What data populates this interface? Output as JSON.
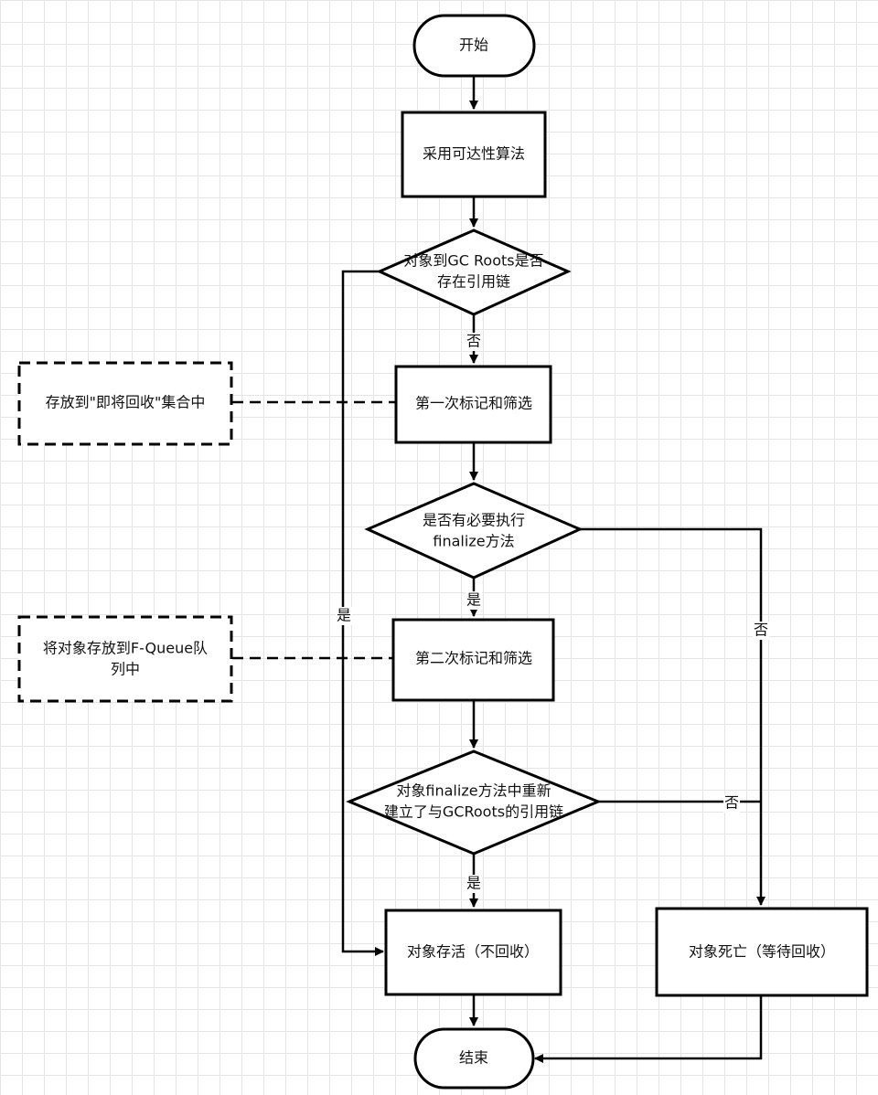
{
  "nodes": {
    "start": "开始",
    "algorithm": "采用可达性算法",
    "reachable_line1": "对象到GC Roots是否",
    "reachable_line2": "存在引用链",
    "first_mark": "第一次标记和筛选",
    "first_note": "存放到\"即将回收\"集合中",
    "need_finalize_line1": "是否有必要执行",
    "need_finalize_line2": "finalize方法",
    "second_mark": "第二次标记和筛选",
    "second_note_line1": "将对象存放到F-Queue队",
    "second_note_line2": "列中",
    "relink_line1": "对象finalize方法中重新",
    "relink_line2": "建立了与GCRoots的引用链",
    "alive": "对象存活（不回收）",
    "dead": "对象死亡（等待回收）",
    "end": "结束"
  },
  "edge_labels": {
    "reachable_no": "否",
    "reachable_yes": "是",
    "need_finalize_yes": "是",
    "need_finalize_no": "否",
    "relink_no": "否",
    "relink_yes": "是"
  }
}
